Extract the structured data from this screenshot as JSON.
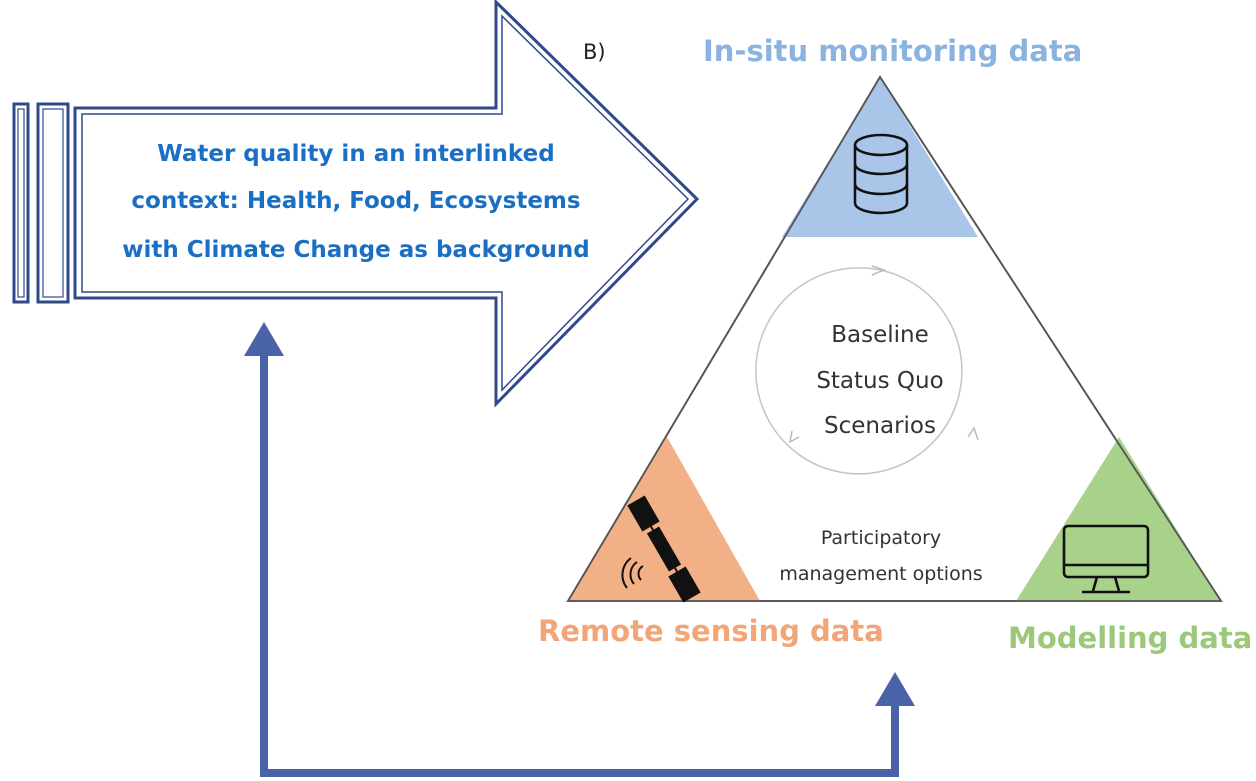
{
  "panel_label": "B)",
  "arrow_text": {
    "line1": "Water quality in an interlinked",
    "line2": "context: Health, Food, Ecosystems",
    "line3": "with Climate Change as background"
  },
  "triangle": {
    "in_situ_label": "In-situ monitoring data",
    "remote_sensing_label": "Remote sensing data",
    "modelling_label": "Modelling data",
    "cycle_lines": [
      "Baseline",
      "Status Quo",
      "Scenarios"
    ],
    "participatory_lines": [
      "Participatory",
      "management options"
    ]
  },
  "colors": {
    "arrow_outline": "#2f4a8a",
    "arrow_text": "#1a6fc4",
    "connector": "#4a62a8",
    "in_situ": "#a9c6e8",
    "remote_sensing": "#f2b086",
    "modelling": "#a8d28a"
  },
  "icons": {
    "in_situ": "database-icon",
    "remote_sensing": "satellite-icon",
    "modelling": "monitor-icon"
  }
}
